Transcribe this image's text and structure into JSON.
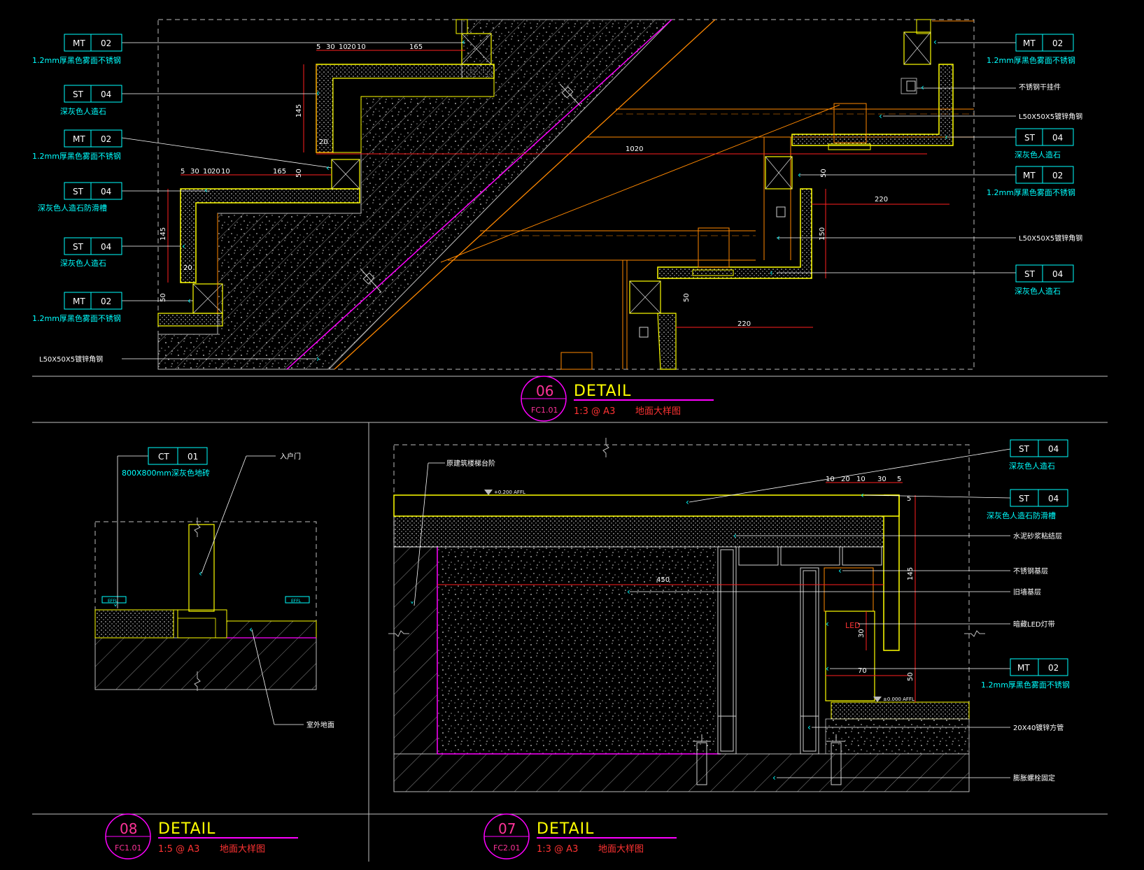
{
  "colors": {
    "background": "#000000",
    "cyan": "#00ffff",
    "yellow": "#ffff00",
    "magenta": "#ff00ff",
    "orange": "#ff8800",
    "red": "#ff2020",
    "white": "#ffffff",
    "grey": "#9a9a9a",
    "pink": "#ff3399"
  },
  "detail_06": {
    "circle_number": "06",
    "sheet_ref": "FC1.01",
    "title": "DETAIL",
    "scale": "1:3 @ A3",
    "subtitle": "地面大样图",
    "tags_left": [
      {
        "code": "MT",
        "num": "02",
        "note": "1.2mm厚黑色雾面不锈钢"
      },
      {
        "code": "ST",
        "num": "04",
        "note": "深灰色人造石"
      },
      {
        "code": "MT",
        "num": "02",
        "note": "1.2mm厚黑色雾面不锈钢"
      },
      {
        "code": "ST",
        "num": "04",
        "note": "深灰色人造石防滑槽"
      },
      {
        "code": "ST",
        "num": "04",
        "note": "深灰色人造石"
      },
      {
        "code": "MT",
        "num": "02",
        "note": "1.2mm厚黑色雾面不锈钢"
      }
    ],
    "left_bottom_note": "L50X50X5镀锌角钢",
    "tags_right": [
      {
        "code": "MT",
        "num": "02",
        "note": "1.2mm厚黑色雾面不锈钢"
      },
      {
        "code": "ST",
        "num": "04",
        "note": "深灰色人造石"
      },
      {
        "code": "MT",
        "num": "02",
        "note": "1.2mm厚黑色雾面不锈钢"
      },
      {
        "code": "ST",
        "num": "04",
        "note": "深灰色人造石"
      }
    ],
    "right_notes": [
      "不锈钢干挂件",
      "L50X50X5镀锌角钢",
      "L50X50X5镀锌角钢"
    ],
    "dims": {
      "top_chain": [
        "5",
        "30",
        "10",
        "20",
        "10"
      ],
      "top_run": "165",
      "rise_upper": "145",
      "gap_upper": "20",
      "mid_chain": [
        "5",
        "30",
        "10",
        "20",
        "10"
      ],
      "mid_run": "165",
      "mid_50": "50",
      "rise_lower": "145",
      "gap_lower": "20",
      "bottom_50": "50",
      "overall": "1020",
      "r_50_upper": "50",
      "r_220_upper": "220",
      "r_150": "150",
      "r_50_lower": "50",
      "r_220_lower": "220"
    }
  },
  "detail_08": {
    "circle_number": "08",
    "sheet_ref": "FC1.01",
    "title": "DETAIL",
    "scale": "1:5 @ A3",
    "subtitle": "地面大样图",
    "tag": {
      "code": "CT",
      "num": "01",
      "note": "800X800mm深灰色地砖"
    },
    "notes": [
      "入户门",
      "室外地面"
    ],
    "level_tags": [
      "EFFL",
      "EFFL"
    ]
  },
  "detail_07": {
    "circle_number": "07",
    "sheet_ref": "FC2.01",
    "title": "DETAIL",
    "scale": "1:3 @ A3",
    "subtitle": "地面大样图",
    "level_top": "+0.200 AFFL",
    "level_bottom": "±0.000 AFFL",
    "tags": [
      {
        "code": "ST",
        "num": "04",
        "note": "深灰色人造石"
      },
      {
        "code": "ST",
        "num": "04",
        "note": "深灰色人造石防滑槽"
      },
      {
        "code": "MT",
        "num": "02",
        "note": "1.2mm厚黑色雾面不锈钢"
      }
    ],
    "notes_left": [
      "原建筑楼梯台阶"
    ],
    "notes_right": [
      "水泥砂浆粘结层",
      "不锈钢基层",
      "旧墙基层",
      "暗藏LED灯带",
      "20X40镀锌方管",
      "膨胀螺栓固定"
    ],
    "inset_label": "LED",
    "dims": {
      "top_chain": [
        "10",
        "20",
        "10",
        "30",
        "5"
      ],
      "depth": "450",
      "rise": "145",
      "led_30": "30",
      "led_70": "70",
      "led_50": "50",
      "edge_5": "5"
    }
  }
}
